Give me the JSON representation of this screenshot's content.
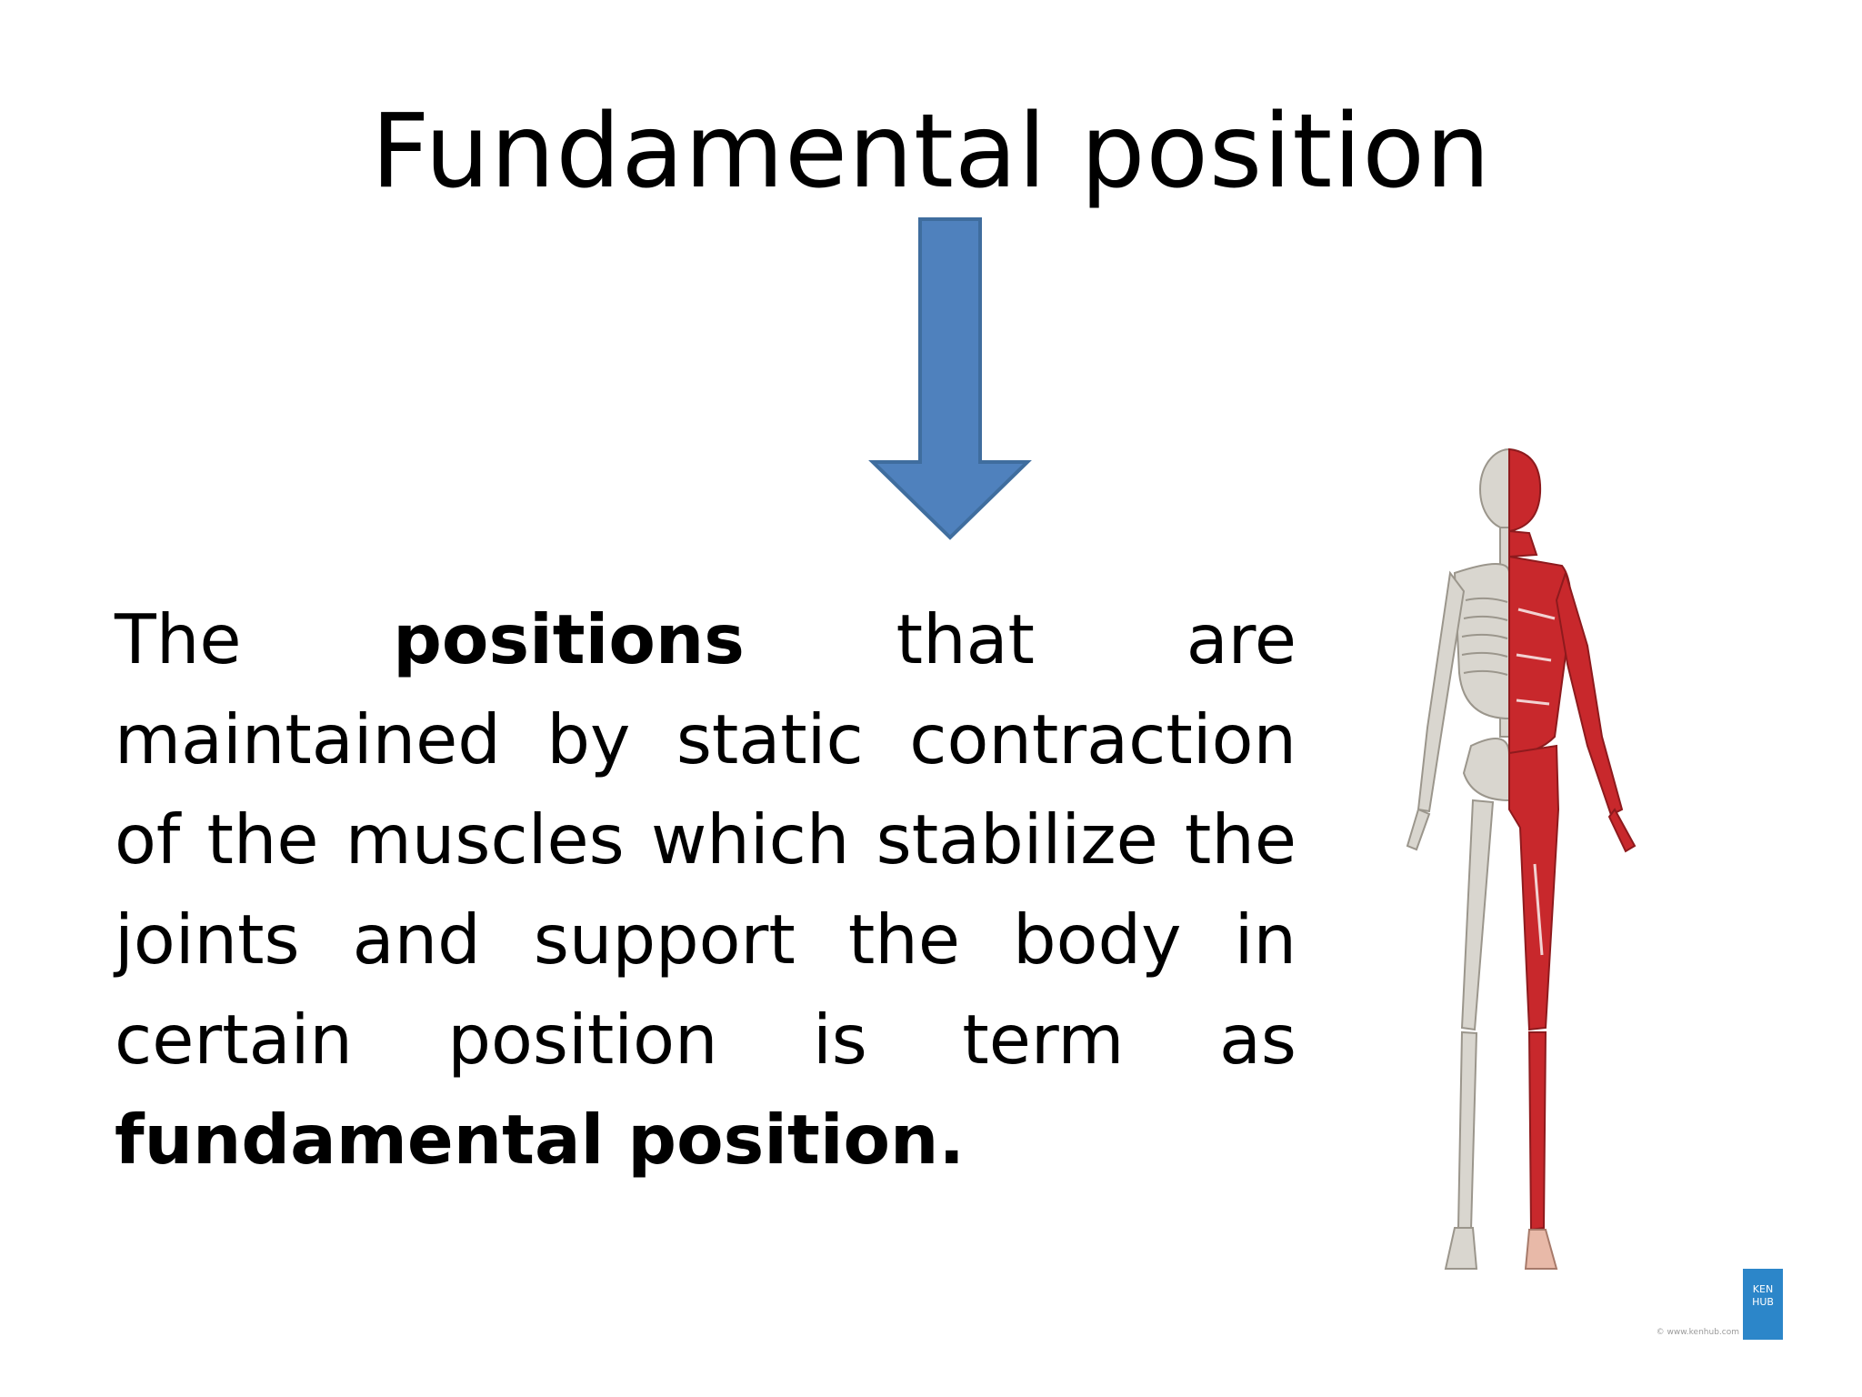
{
  "slide": {
    "title": "Fundamental position",
    "body": {
      "t1": "The ",
      "b1": "positions",
      "t2": " that are maintained by static contraction of the muscles which stabilize the joints and support the body in certain position is term as ",
      "b2": "fundamental position."
    },
    "arrow_color": "#4f81bd",
    "arrow_outline": "#3f6d9e",
    "figure": {
      "muscle_color": "#c8282c",
      "bone_color": "#d9d6cf"
    },
    "logo": {
      "line1": "KEN",
      "line2": "HUB",
      "color": "#2c86c9"
    },
    "credit": "© www.kenhub.com"
  }
}
